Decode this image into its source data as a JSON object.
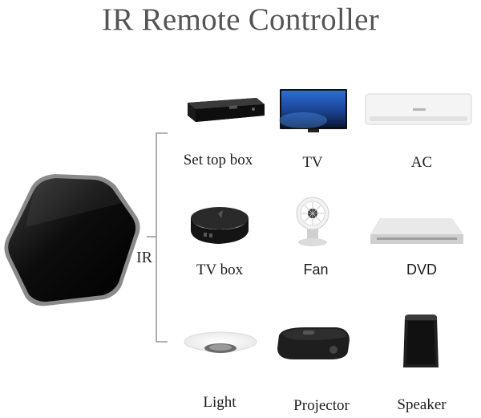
{
  "title": "IR Remote Controller",
  "connection_label": "IR",
  "devices": [
    {
      "label": "Set top box",
      "icon": "set-top-box-icon"
    },
    {
      "label": "TV",
      "icon": "tv-icon"
    },
    {
      "label": "AC",
      "icon": "air-conditioner-icon"
    },
    {
      "label": "TV box",
      "icon": "tv-box-icon"
    },
    {
      "label": "Fan",
      "icon": "fan-icon"
    },
    {
      "label": "DVD",
      "icon": "dvd-player-icon"
    },
    {
      "label": "Light",
      "icon": "ceiling-light-icon"
    },
    {
      "label": "Projector",
      "icon": "projector-icon"
    },
    {
      "label": "Speaker",
      "icon": "speaker-icon"
    }
  ],
  "colors": {
    "hub_body": "#0c0c0c",
    "bracket": "#9a9a9a",
    "title": "#545454"
  }
}
